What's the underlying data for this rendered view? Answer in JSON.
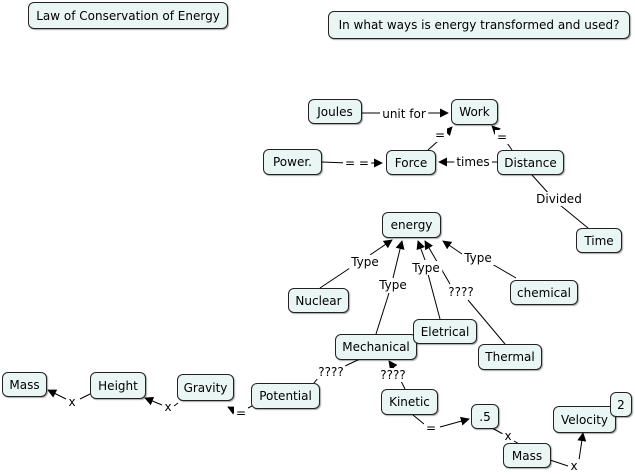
{
  "title": "Law of Conservation of Energy",
  "focus_question": "In what ways is energy transformed and used?",
  "nodes": {
    "joules": "Joules",
    "work": "Work",
    "power": "Power.",
    "force": "Force",
    "distance": "Distance",
    "time": "Time",
    "energy": "energy",
    "nuclear": "Nuclear",
    "chemical": "chemical",
    "mechanical": "Mechanical",
    "electrical": "Eletrical",
    "thermal": "Thermal",
    "potential": "Potential",
    "kinetic": "Kinetic",
    "gravity": "Gravity",
    "height": "Height",
    "mass_left": "Mass",
    "point_five": ".5",
    "mass_bottom": "Mass",
    "velocity": "Velocity",
    "two": "2"
  },
  "links": {
    "unit_for": "unit for",
    "eq_force_work": "=",
    "eq_distance_work": "=",
    "eq_power_force": "= =",
    "times": "times",
    "divided": "Divided",
    "type_nuclear": "Type",
    "type_mechanical": "Type",
    "type_electrical": "Type",
    "type_chemical": "Type",
    "unknown_thermal": "????",
    "unknown_potential": "????",
    "unknown_kinetic": "????",
    "eq_kinetic": "=",
    "eq_potential": "=",
    "x_gravity_height": "x",
    "x_height_mass": "x",
    "x_half_mass": "x",
    "x_mass_velocity": "x"
  },
  "colors": {
    "node_fill": "#e9f6f4",
    "node_border": "#222222",
    "line": "#000000",
    "background": "#ffffff"
  }
}
